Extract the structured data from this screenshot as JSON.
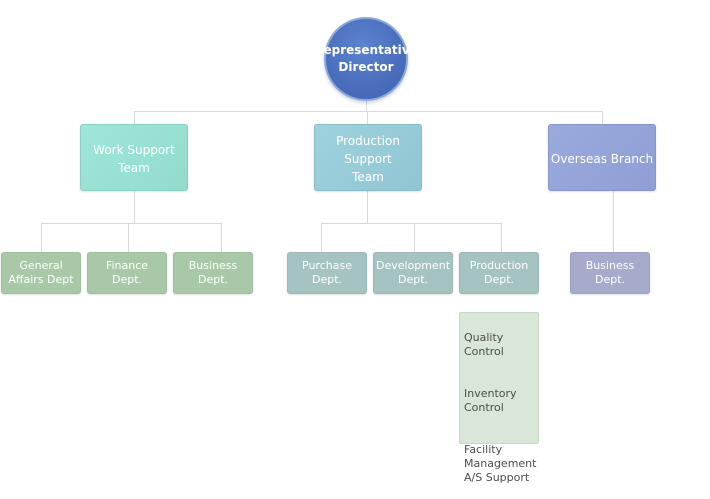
{
  "chart": {
    "root": {
      "label": "Representative\nDirector",
      "color": "#4b6fbe"
    },
    "teams": [
      {
        "label": "Work Support\nTeam",
        "color": "#9ee6d8",
        "departments": [
          {
            "label": "General\nAffairs Dept"
          },
          {
            "label": "Finance\nDept."
          },
          {
            "label": "Business\nDept."
          }
        ]
      },
      {
        "label": "Production Support\nTeam",
        "color": "#9ed2dd",
        "departments": [
          {
            "label": "Purchase\nDept."
          },
          {
            "label": "Development\nDept."
          },
          {
            "label": "Production\nDept.",
            "subunits": [
              {
                "label": "Quality\nControl"
              },
              {
                "label": "Inventory\n Control"
              },
              {
                "label": "Facility\nManagement\nA/S Support"
              }
            ]
          }
        ]
      },
      {
        "label": "Overseas Branch",
        "color": "#9aa9de",
        "departments": [
          {
            "label": "Business\nDept."
          }
        ]
      }
    ]
  }
}
